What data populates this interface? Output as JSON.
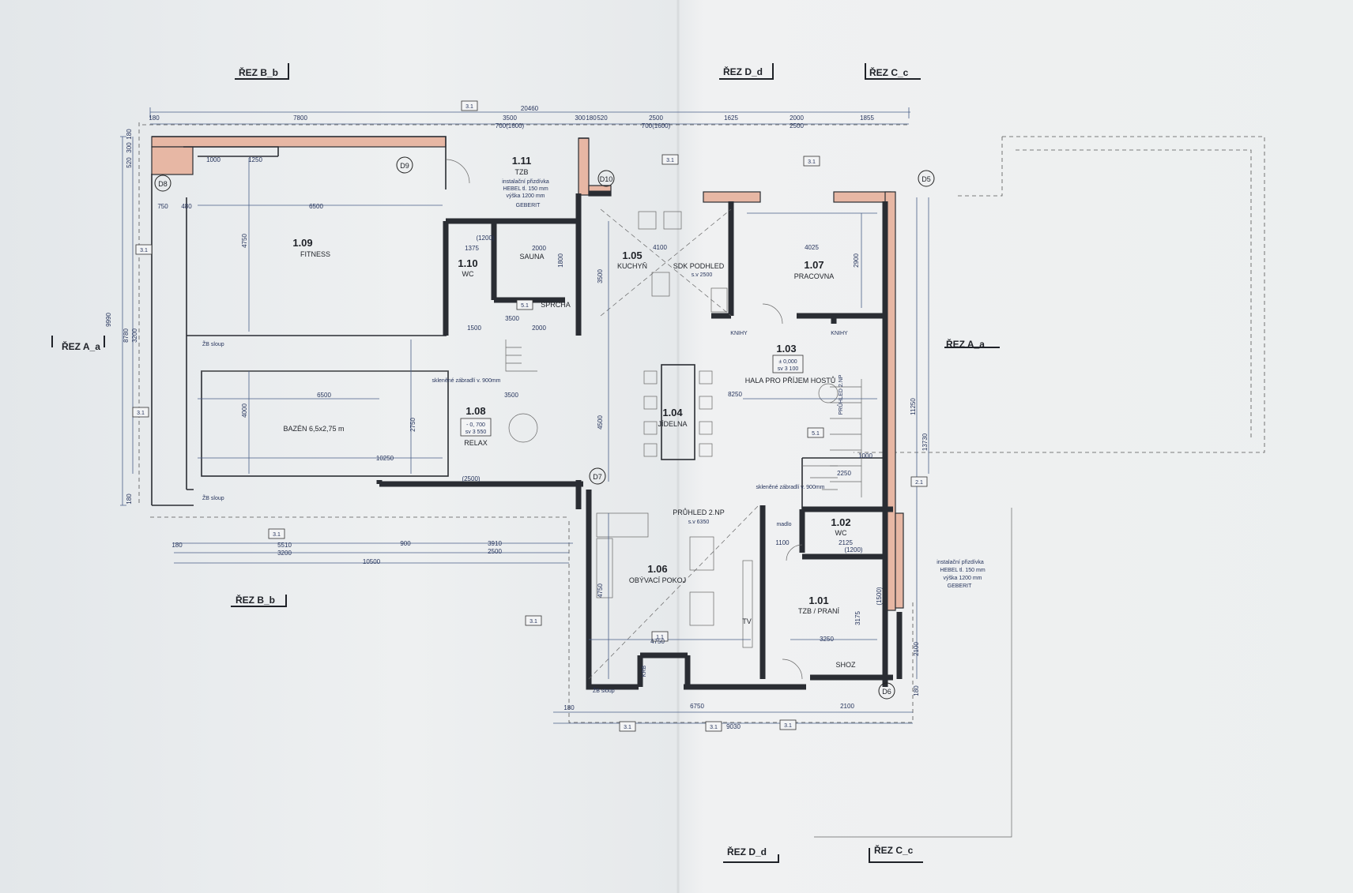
{
  "rooms": [
    {
      "num": "1.09",
      "name": "FITNESS"
    },
    {
      "num": "1.10",
      "name": "WC"
    },
    {
      "num": "1.11",
      "name": "TZB"
    },
    {
      "num": "",
      "name": "SAUNA"
    },
    {
      "num": "",
      "name": "SPRCHA"
    },
    {
      "num": "1.05",
      "name": "KUCHYŇ"
    },
    {
      "num": "1.07",
      "name": "PRACOVNA"
    },
    {
      "num": "1.03",
      "name": "HALA PRO PŘÍJEM HOSTŮ"
    },
    {
      "num": "1.04",
      "name": "JÍDELNA"
    },
    {
      "num": "1.08",
      "name": "RELAX"
    },
    {
      "num": "",
      "name": "BAZÉN 6,5x2,75 m"
    },
    {
      "num": "1.06",
      "name": "OBÝVACÍ POKOJ"
    },
    {
      "num": "1.02",
      "name": "WC"
    },
    {
      "num": "1.01",
      "name": "TZB / PRANÍ"
    },
    {
      "num": "",
      "name": "SHOZ"
    }
  ],
  "sections": {
    "b_top": "ŘEZ B_b",
    "d_top": "ŘEZ D_d",
    "c_top": "ŘEZ C_c",
    "a_left": "ŘEZ A_a",
    "a_right": "ŘEZ A_a",
    "b_bottom": "ŘEZ B_b",
    "d_bottom": "ŘEZ D_d",
    "c_bottom": "ŘEZ C_c"
  },
  "markers": {
    "d8": "D8",
    "d9": "D9",
    "d10": "D10",
    "d5": "D5",
    "d7": "D7",
    "d6": "D6"
  },
  "labels": {
    "sdk": "SDK PODHLED",
    "sdk_level": "s.v 2500",
    "pruhled_bottom": "PRŮHLED 2.NP",
    "pruhled_level": "s.v 6350",
    "pruhled_right": "PRŮHLED 2.NP",
    "knihy1": "KNIHY",
    "knihy2": "KNIHY",
    "hall_level1": "± 0,000",
    "hall_level2": "sv 3 100",
    "relax_level1": "- 0, 700",
    "relax_level2": "sv 3 550",
    "zabradli1": "skleněné zábradlí v. 900mm",
    "zabradli2": "skleněné zábradlí v. 900mm",
    "zb1": "ŽB sloup",
    "zb2": "ŽB sloup",
    "zb3": "ŽB sloup",
    "tv": "TV",
    "krb": "KRB",
    "madlo": "madlo",
    "tzb_note1": "instalační přizdívka",
    "tzb_note2": "HEBEL tl. 150 mm",
    "tzb_note3": "výška 1200 mm",
    "tzb_note4": "GEBERIT",
    "r_note1": "instalační přizdívka",
    "r_note2": "HEBEL tl. 150 mm",
    "r_note3": "výška 1200 mm",
    "r_note4": "GEBERIT",
    "ref31": "3.1",
    "ref51a": "5.1",
    "ref51b": "5.1",
    "ref11": "1.1",
    "ref21": "2.1"
  },
  "dimensions": {
    "top_total": "20460",
    "top_a": "7800",
    "top_b": "3500",
    "top_c": "700(1600)",
    "top_d": "300",
    "top_e": "180",
    "top_f": "520",
    "top_g": "2500",
    "top_h": "700(1600)",
    "top_i": "1625",
    "top_j": "2000",
    "top_k": "2500",
    "top_l": "1855",
    "top_180": "180",
    "left_total": "9990",
    "left_a": "8780",
    "left_b": "3200",
    "left_c": "520",
    "left_d": "300",
    "left_e": "180",
    "left_f": "180",
    "bot_a": "5510",
    "bot_b": "3200",
    "bot_c": "900",
    "bot_d": "3910",
    "bot_e": "2500",
    "bot_f": "10500",
    "bot_180": "180",
    "bot2_a": "6750",
    "bot2_b": "9030",
    "bot2_c": "2100",
    "bot2_180": "180",
    "right_a": "11250",
    "right_b": "13730",
    "right_c": "2100",
    "right_180": "180",
    "fit_w": "6500",
    "fit_h": "4750",
    "fit_a": "1000",
    "fit_b": "1250",
    "fit_c": "750",
    "fit_d": "480",
    "pool_w": "6500",
    "pool_h": "4000",
    "pool_a": "10250",
    "pool_b": "3500",
    "pool_c": "2750",
    "pool_d": "(2500)",
    "sauna_a": "1375",
    "sauna_b": "2000",
    "sauna_c": "1800",
    "sauna_d": "3500",
    "sauna_e": "2000",
    "sauna_f": "1500",
    "sauna_g": "(1200)",
    "kit_a": "4100",
    "kit_b": "3500",
    "prac_a": "4025",
    "prac_b": "2900",
    "hall_a": "8250",
    "hall_b": "4500",
    "hall_c": "1000",
    "hall_d": "2250",
    "liv_a": "4750",
    "liv_b": "4750",
    "wc_a": "2125",
    "wc_b": "1100",
    "wc_c": "(1200)",
    "tzb_a": "3250",
    "tzb_b": "3175",
    "tzb_c": "(1500)"
  }
}
